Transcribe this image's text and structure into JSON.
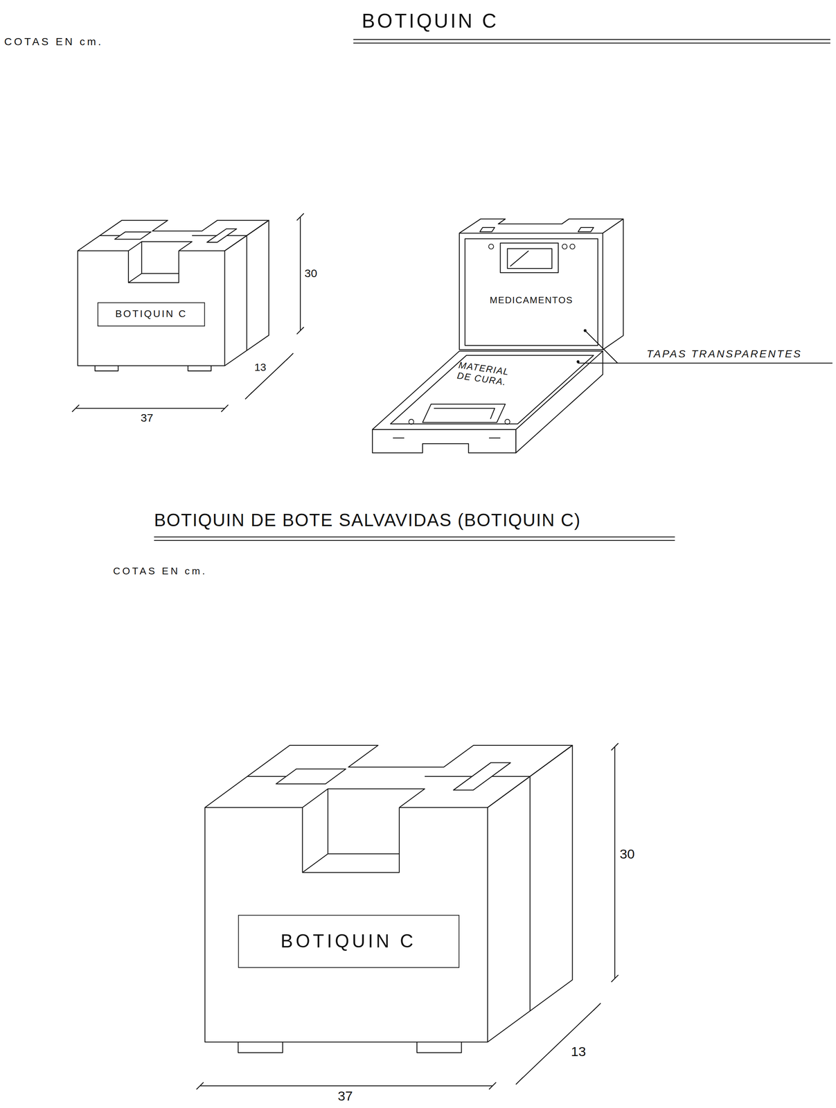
{
  "diagram": {
    "title": "BOTIQUIN C",
    "nodes": [
      {
        "text": [
          "BOTIQUIN C"
        ]
      },
      {
        "text": [
          "BOTIQUIN C"
        ]
      }
    ],
    "labels": [
      "COTAS EN cm.",
      "30",
      "13",
      "37",
      "MEDICAMENTOS",
      "MATERIAL DE CURA.",
      "TAPAS TRANSPARENTES",
      "BOTIQUIN DE BOTE SALVAVIDAS (BOTIQUIN C)",
      "COTAS EN cm.",
      "30",
      "13",
      "37"
    ]
  }
}
